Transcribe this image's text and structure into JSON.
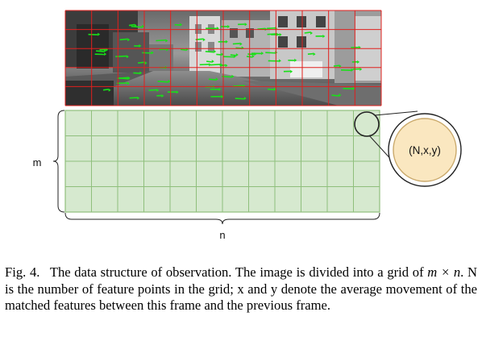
{
  "figure": {
    "photo": {
      "description_kind": "grayscale street scene with green feature-motion arrows and red grid",
      "grid_color": "#e0201e",
      "arrow_color": "#18e018"
    },
    "grid": {
      "rows": 4,
      "cols": 12,
      "fill_color": "#d6e9cf",
      "line_color": "#8fbf7c"
    },
    "cell_callout": {
      "label": "(N,x,y)",
      "fill_color": "#fae7c0",
      "border_color": "#222222"
    },
    "label_m": "m",
    "label_n": "n"
  },
  "caption": {
    "label": "Fig. 4.",
    "part1": "The data structure of observation. The image is divided into a grid of",
    "math": "m × n",
    "part2": ". N is the number of feature points in the grid; x and y denote the average movement of the matched features between this frame and the previous frame."
  }
}
